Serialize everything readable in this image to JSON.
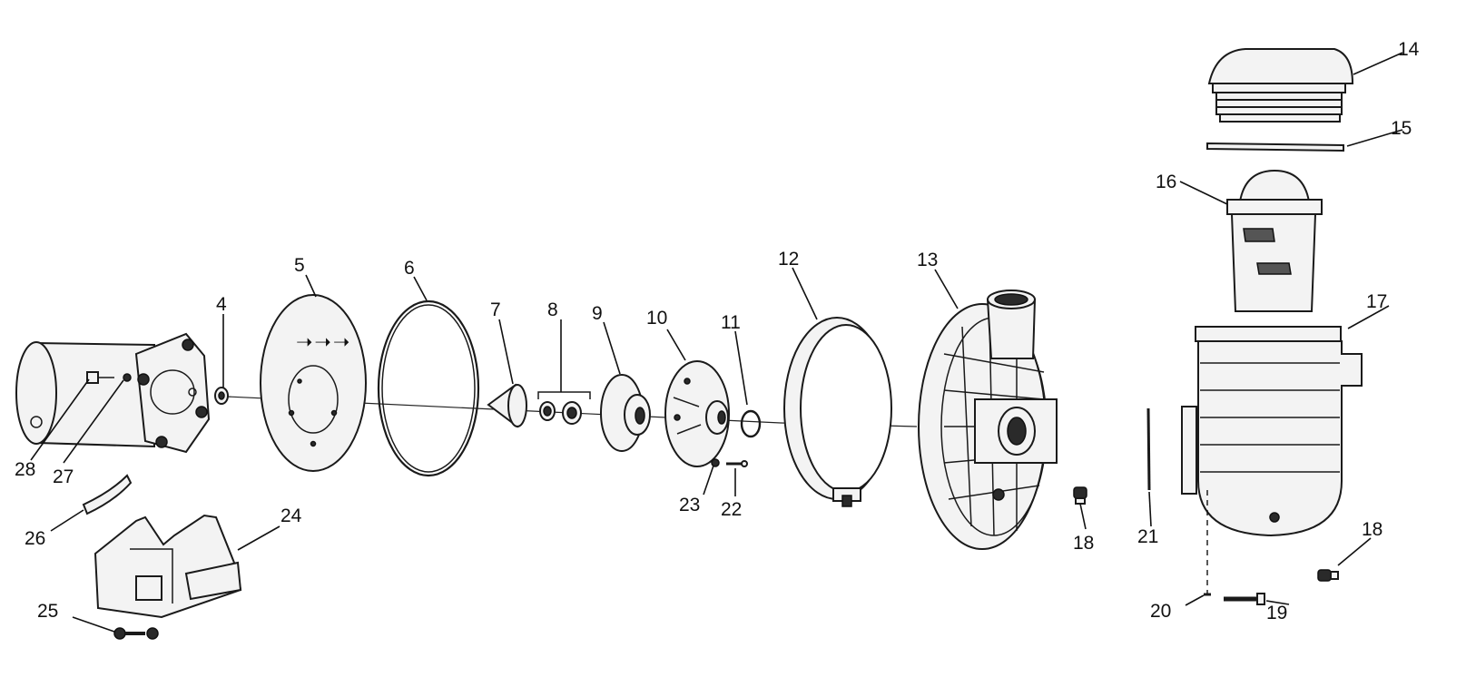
{
  "callouts": {
    "c4": "4",
    "c5": "5",
    "c6": "6",
    "c7": "7",
    "c8": "8",
    "c9": "9",
    "c10": "10",
    "c11": "11",
    "c12": "12",
    "c13": "13",
    "c14": "14",
    "c15": "15",
    "c16": "16",
    "c17": "17",
    "c18a": "18",
    "c18b": "18",
    "c19": "19",
    "c20": "20",
    "c21": "21",
    "c22": "22",
    "c23": "23",
    "c24": "24",
    "c25": "25",
    "c26": "26",
    "c27": "27",
    "c28": "28"
  }
}
